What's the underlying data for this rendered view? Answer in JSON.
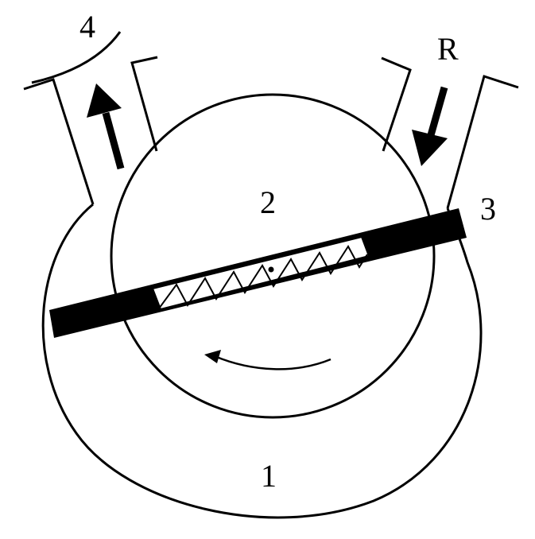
{
  "labels": {
    "stator": "1",
    "rotor": "2",
    "vane": "3",
    "outlet": "4",
    "inlet": "R"
  },
  "colors": {
    "ink": "#000000",
    "paper": "#ffffff"
  }
}
